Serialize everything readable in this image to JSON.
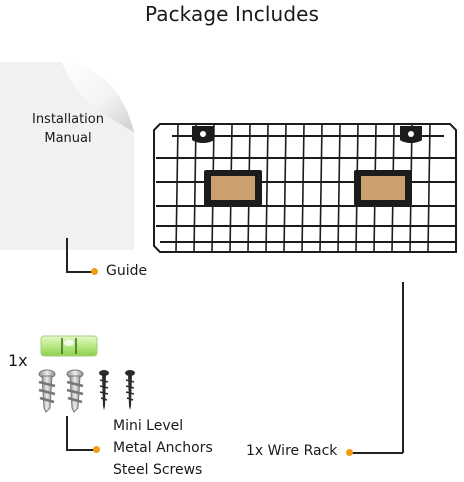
{
  "title": "Package Includes",
  "manual": {
    "line1": "Installation",
    "line2": "Manual"
  },
  "labels": {
    "guide": "Guide",
    "wire_rack": "1x Wire Rack",
    "mini_level": "Mini Level",
    "metal_anchors": "Metal Anchors",
    "steel_screws": "Steel Screws",
    "hardware_qty": "1x"
  },
  "colors": {
    "accent": "#f39c12",
    "wire": "#1c1c1c",
    "label_card": "#c9a06e",
    "level": "#b8e986"
  }
}
